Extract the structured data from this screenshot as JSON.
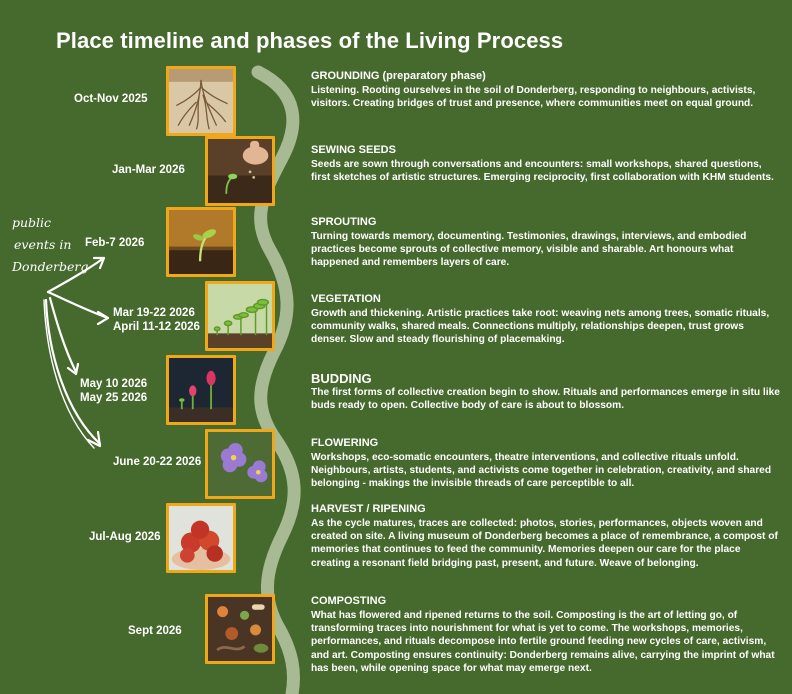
{
  "title": "Place timeline and phases of the Living Process",
  "public_note": {
    "line1": "public",
    "line2": "events in",
    "line3": "Donderberg"
  },
  "colors": {
    "background": "#46692e",
    "thumb_border": "#f0a81a",
    "vine": "#c9d6b6"
  },
  "phases": [
    {
      "date": "Oct-Nov 2025",
      "image": "roots-icon",
      "title": "GROUNDING (preparatory phase)",
      "text": " Listening. Rooting ourselves in the soil of Donderberg, responding to neighbours, activists, visitors. Creating bridges of trust and presence, where communities meet on equal ground."
    },
    {
      "date": "Jan-Mar 2026",
      "image": "sowing-hand-icon",
      "title": "SEWING SEEDS",
      "text": " Seeds are sown through conversations and encounters: small workshops, shared questions, first sketches of artistic structures. Emerging reciprocity, first collaboration with KHM students."
    },
    {
      "date": "Feb-7 2026",
      "image": "sprout-icon",
      "title": "SPROUTING",
      "text": " Turning towards memory, documenting. Testimonies, drawings, interviews, and embodied practices become sprouts of collective memory, visible and sharable. Art honours what happened and remembers layers of care."
    },
    {
      "date": "Mar 19-22 2026",
      "date2": "April 11-12 2026",
      "image": "seedlings-row-icon",
      "title": "VEGETATION",
      "text": " Growth and thickening. Artistic practices take root: weaving nets among trees, somatic rituals, community walks, shared meals. Connections multiply, relationships deepen, trust grows denser. Slow and steady flourishing of placemaking."
    },
    {
      "date": "May 10 2026",
      "date2": "May 25 2026",
      "image": "buds-icon",
      "title": "BUDDING",
      "text": " The first forms of collective creation begin to show. Rituals and performances emerge in situ like buds ready to open. Collective body of  care is about to blossom."
    },
    {
      "date": "June 20-22 2026",
      "image": "flowers-icon",
      "title": "FLOWERING",
      "text": " Workshops, eco-somatic encounters, theatre interventions, and collective rituals unfold. Neighbours, artists, students, and activists come together in celebration, creativity, and shared belonging - makings the invisible threads of care perceptible to all."
    },
    {
      "date": "Jul-Aug 2026",
      "image": "apples-icon",
      "title": "HARVEST / RIPENING",
      "text": " As the cycle matures, traces are collected: photos, stories, performances, objects woven and created on site. A living museum of Donderberg becomes a place of remembrance, a compost of memories that continues to feed the community. Memories deepen our care for the place creating a resonant field bridging past, present, and future. Weave of belonging."
    },
    {
      "date": "Sept 2026",
      "image": "compost-icon",
      "title": "COMPOSTING",
      "text": "What has flowered and ripened  returns to the soil. Composting is the art of letting go, of transforming traces into nourishment for what is yet to come. The workshops, memories, performances, and rituals decompose into fertile ground feeding new cycles of care, activism, and art. Composting ensures continuity: Donderberg remains alive, carrying the imprint of what has been, while opening space for what may emerge next."
    }
  ]
}
